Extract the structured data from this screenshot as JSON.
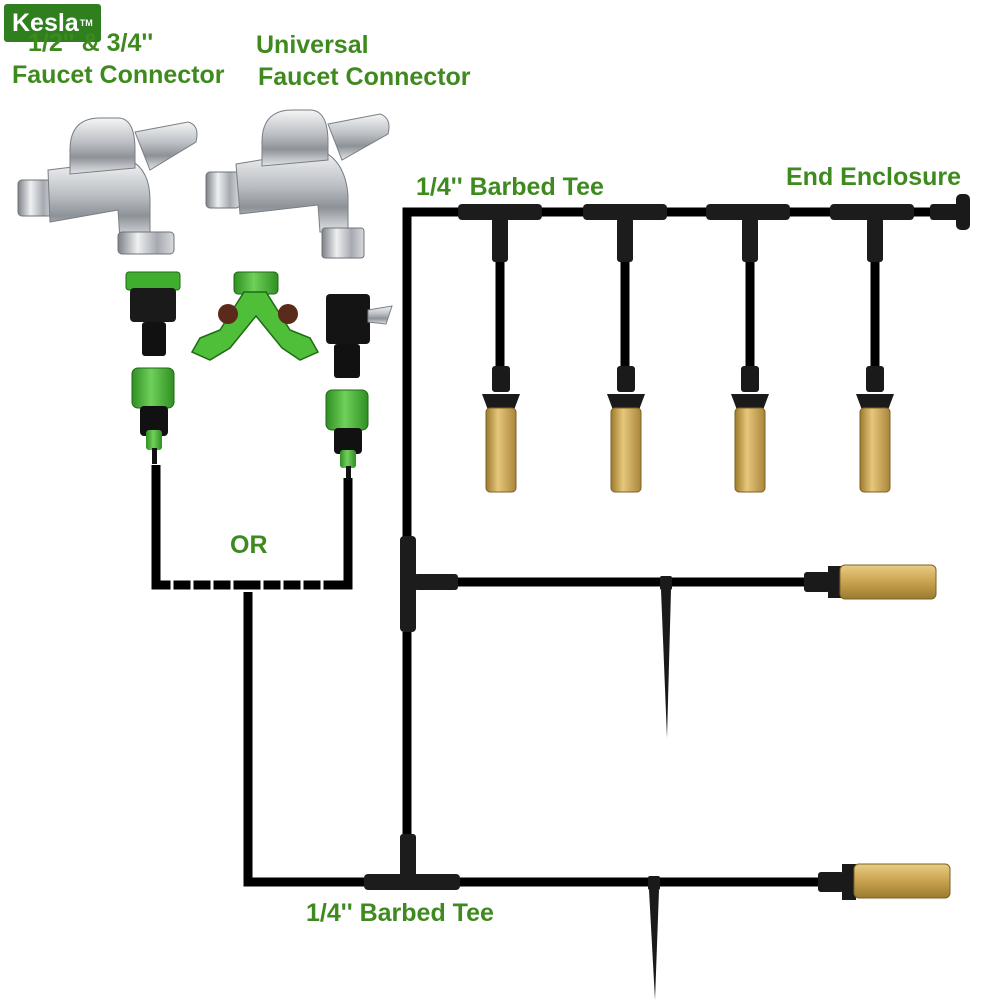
{
  "brand": {
    "name": "Kesla",
    "mark": "TM"
  },
  "labels": {
    "faucet_left_line1": "1/2'' & 3/4''",
    "faucet_left_line2": "Faucet Connector",
    "faucet_right_line1": "Universal",
    "faucet_right_line2": "Faucet Connector",
    "tee_top": "1/4'' Barbed Tee",
    "end_enclosure": "End Enclosure",
    "or": "OR",
    "tee_bottom": "1/4'' Barbed Tee"
  },
  "icons": [
    "faucet-icon",
    "faucet-adapter-icon",
    "y-splitter-icon",
    "quick-connector-icon",
    "barbed-tee-icon",
    "end-plug-icon",
    "mist-nozzle-icon",
    "ground-stake-icon"
  ],
  "colors": {
    "label_green": "#3f8a1f",
    "brand_green": "#2f7f1e",
    "tube": "#000000",
    "connector_green": "#3fae2e",
    "brass": "#c8a04a",
    "chrome": "#c9ccd0"
  }
}
